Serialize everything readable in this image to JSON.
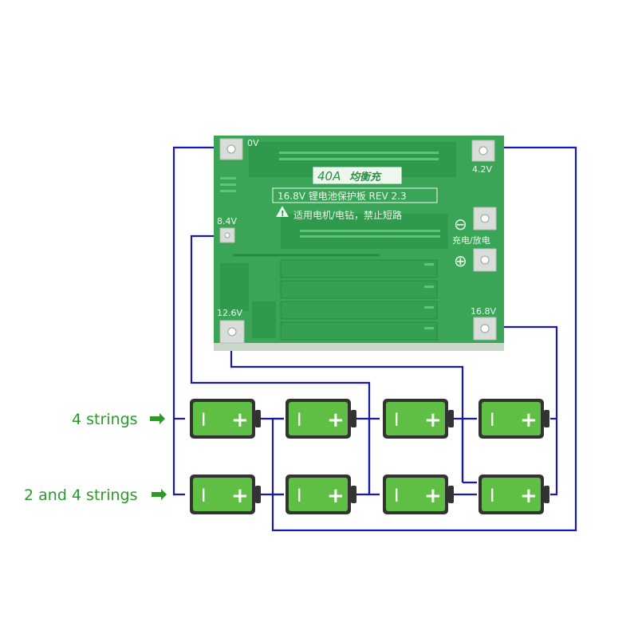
{
  "board": {
    "badge": "40A",
    "badge_cn": "均衡充",
    "model_line": "16.8V 锂电池保护板 REV 2.3",
    "warning_line": "适用电机/电钻，禁止短路",
    "warning_symbol": "!",
    "pad_0v": "0V",
    "pad_42v": "4.2V",
    "pad_84v": "8.4V",
    "pad_126v": "12.6V",
    "pad_168v": "16.8V",
    "minus_symbol": "⊖",
    "plus_symbol": "⊕",
    "charge_discharge": "充电/放电"
  },
  "labels": {
    "row1": "4 strings",
    "row2": "2 and 4 strings"
  },
  "cell_minus": "I",
  "cell_plus": "+",
  "colors": {
    "pcb": "#3aa556",
    "pcb_dark": "#2b8f45",
    "wire": "#1a1aa8",
    "cell": "#5fbf45",
    "cell_cap": "#333333",
    "label": "#2a9a2a"
  }
}
